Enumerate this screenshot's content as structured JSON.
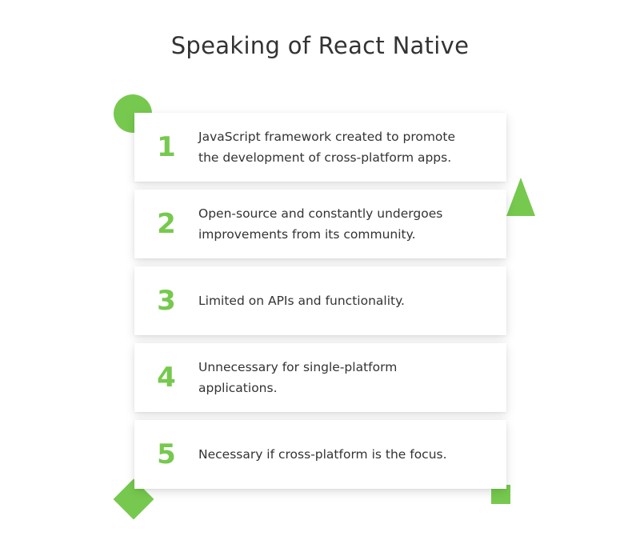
{
  "title": "Speaking of React Native",
  "accent_color": "#76c94e",
  "items": [
    {
      "number": "1",
      "text": "JavaScript framework created to promote the development of cross-platform apps."
    },
    {
      "number": "2",
      "text": "Open-source and constantly undergoes improvements from its community."
    },
    {
      "number": "3",
      "text": "Limited on APIs and functionality."
    },
    {
      "number": "4",
      "text": "Unnecessary for single-platform applications."
    },
    {
      "number": "5",
      "text": "Necessary if cross-platform is the focus."
    }
  ]
}
